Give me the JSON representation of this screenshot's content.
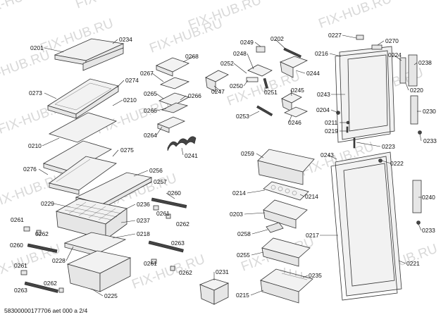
{
  "watermark": "FIX-HUB.RU",
  "footer": "58300000177706 aet 000 a 2/4",
  "labels": [
    "0234",
    "0201",
    "0268",
    "0267",
    "0274",
    "0273",
    "0265",
    "0266",
    "0210",
    "0266",
    "0264",
    "0275",
    "0210",
    "0241",
    "0276",
    "0256",
    "0257",
    "0260",
    "0229",
    "0236",
    "0261",
    "0262",
    "0237",
    "0261",
    "0262",
    "0218",
    "0260",
    "0263",
    "0228",
    "0261",
    "0262",
    "0263",
    "0262",
    "0225",
    "0261",
    "0249",
    "0202",
    "0248",
    "0252",
    "0244",
    "0250",
    "0247",
    "0251",
    "0245",
    "0253",
    "0246",
    "0227",
    "0270",
    "0216",
    "0224",
    "0238",
    "0243",
    "0220",
    "0204",
    "0230",
    "0211",
    "0219",
    "0233",
    "0223",
    "0243",
    "0222",
    "0259",
    "0214",
    "0214",
    "0203",
    "0258",
    "0255",
    "0217",
    "0240",
    "0233",
    "0231",
    "0221",
    "0235",
    "0215"
  ],
  "watermark_positions_note": ""
}
